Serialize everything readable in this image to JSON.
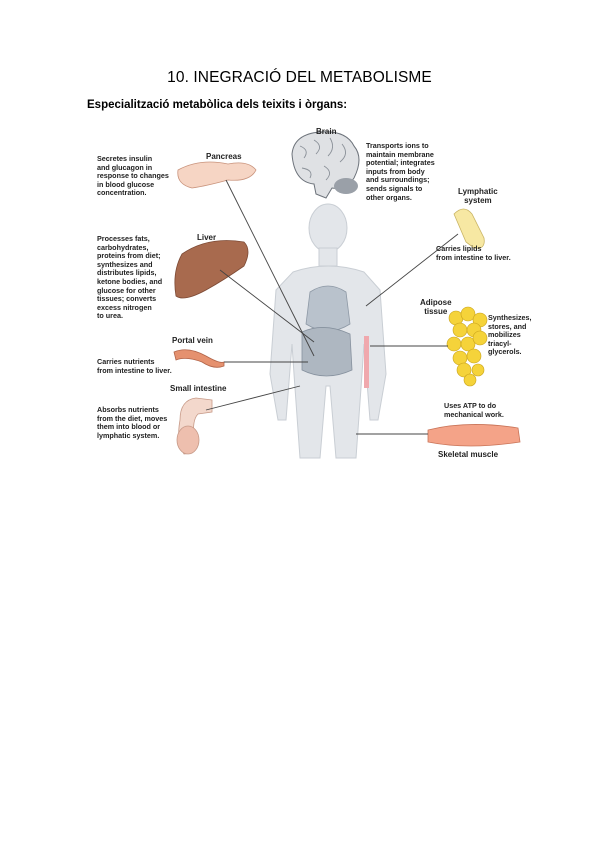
{
  "page": {
    "title": "10. INEGRACIÓ DEL METABOLISME",
    "subtitle": "Especialització metabòlica dels teixits i òrgans:"
  },
  "figure": {
    "organs": {
      "brain": {
        "name": "Brain",
        "desc": "Transports ions to\nmaintain membrane\npotential; integrates\ninputs from body\nand surroundings;\nsends signals to\nother organs."
      },
      "pancreas": {
        "name": "Pancreas",
        "desc": "Secretes insulin\nand glucagon in\nresponse to changes\nin blood glucose\nconcentration."
      },
      "liver": {
        "name": "Liver",
        "desc": "Processes fats,\ncarbohydrates,\nproteins from diet;\nsynthesizes and\ndistributes lipids,\nketone bodies, and\nglucose for other\ntissues; converts\nexcess nitrogen\nto urea."
      },
      "portal_vein": {
        "name": "Portal vein",
        "desc": "Carries nutrients\nfrom intestine to liver."
      },
      "small_intestine": {
        "name": "Small intestine",
        "desc": "Absorbs nutrients\nfrom the diet, moves\nthem into blood or\nlymphatic system."
      },
      "lymphatic": {
        "name": "Lymphatic\nsystem",
        "desc": "Carries lipids\nfrom intestine to liver."
      },
      "adipose": {
        "name": "Adipose\ntissue",
        "desc": "Synthesizes,\nstores, and\nmobilizes\ntriacyl-\nglycerols."
      },
      "muscle": {
        "name": "Skeletal muscle",
        "desc": "Uses ATP to do\nmechanical work."
      }
    }
  }
}
